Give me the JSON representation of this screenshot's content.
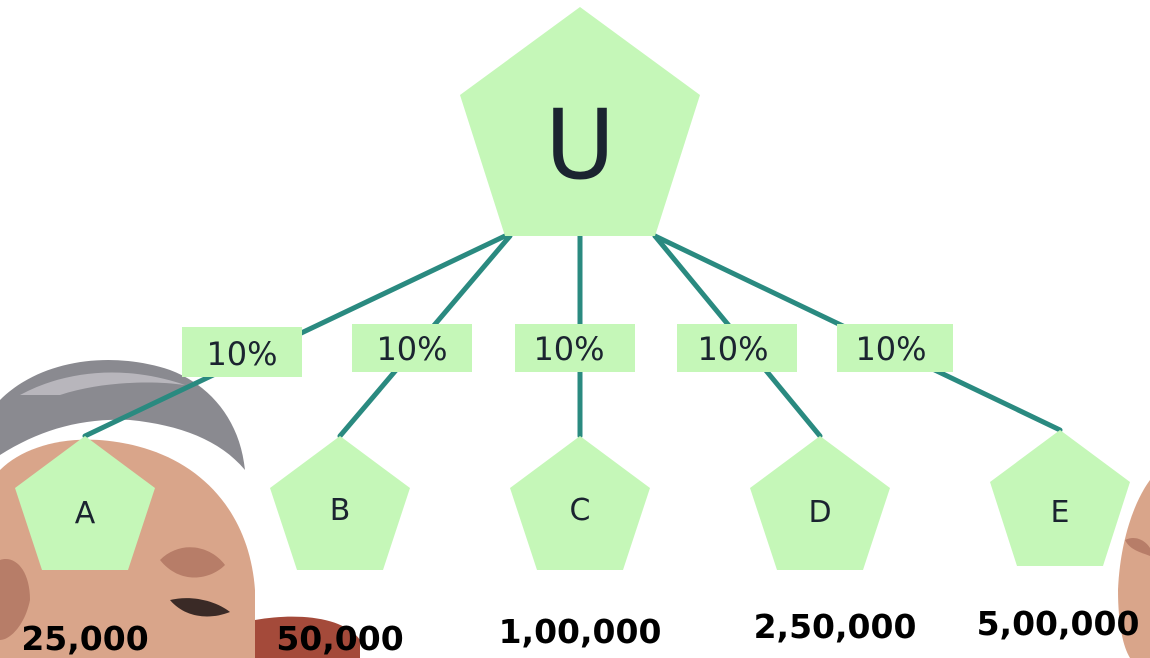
{
  "root": {
    "label": "U"
  },
  "edges": [
    {
      "id": "A",
      "percent": "10%"
    },
    {
      "id": "B",
      "percent": "10%"
    },
    {
      "id": "C",
      "percent": "10%"
    },
    {
      "id": "D",
      "percent": "10%"
    },
    {
      "id": "E",
      "percent": "10%"
    }
  ],
  "leaves": [
    {
      "label": "A",
      "amount": "25,000"
    },
    {
      "label": "B",
      "amount": "50,000"
    },
    {
      "label": "C",
      "amount": "1,00,000"
    },
    {
      "label": "D",
      "amount": "2,50,000"
    },
    {
      "label": "E",
      "amount": "5,00,000"
    }
  ],
  "colors": {
    "node_fill": "#c5f7b8",
    "edge_stroke": "#2a8a80",
    "text": "#1b2430"
  },
  "images": {
    "left": "photo-man-smiling",
    "right": "photo-person-laughing"
  }
}
